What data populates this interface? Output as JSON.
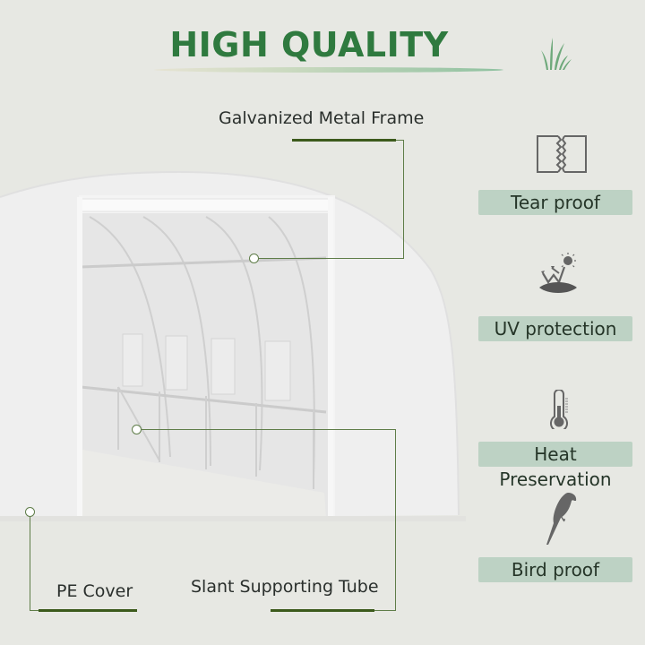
{
  "header": {
    "title": "HIGH QUALITY",
    "title_color": "#2f7a3f",
    "decor_icon": "grass-icon"
  },
  "callouts": {
    "frame": {
      "label": "Galvanized Metal Frame"
    },
    "cover": {
      "label": "PE Cover"
    },
    "tube": {
      "label": "Slant Supporting Tube"
    }
  },
  "features": [
    {
      "icon": "torn-paper-icon",
      "label": "Tear proof"
    },
    {
      "icon": "sun-uv-shield-icon",
      "label": "UV protection"
    },
    {
      "icon": "thermometer-icon",
      "label": "Heat Preservation"
    },
    {
      "icon": "parrot-icon",
      "label": "Bird proof"
    }
  ],
  "colors": {
    "background": "#e7e8e3",
    "accent_green": "#3c5a1c",
    "line_green": "#5f7d49",
    "label_bg": "#bdd2c4",
    "icon_gray": "#666666"
  },
  "product_image": {
    "subject": "polytunnel-greenhouse"
  }
}
